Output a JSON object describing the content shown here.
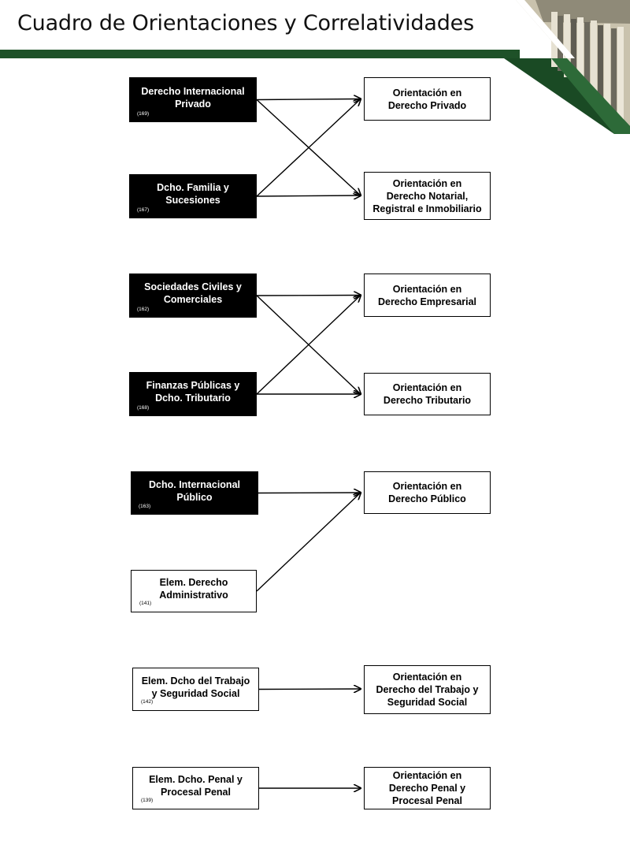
{
  "page": {
    "title": "Cuadro de Orientaciones y Correlatividades",
    "colors": {
      "accent_green": "#1e5128",
      "dark_green": "#0f3d1e",
      "gold": "#a89a6a"
    }
  },
  "subjects": [
    {
      "name": "Derecho Internacional Privado",
      "code": "(169)",
      "style": "dark"
    },
    {
      "name": "Dcho. Familia y Sucesiones",
      "code": "(167)",
      "style": "dark"
    },
    {
      "name": "Sociedades Civiles y Comerciales",
      "code": "(162)",
      "style": "dark"
    },
    {
      "name": "Finanzas Públicas y Dcho. Tributario",
      "code": "(168)",
      "style": "dark"
    },
    {
      "name": "Dcho. Internacional Público",
      "code": "(163)",
      "style": "dark"
    },
    {
      "name": "Elem. Derecho Administrativo",
      "code": "(141)",
      "style": "light"
    },
    {
      "name": "Elem. Dcho del Trabajo y Seguridad Social",
      "code": "(142)",
      "style": "light"
    },
    {
      "name": "Elem. Dcho. Penal y Procesal Penal",
      "code": "(139)",
      "style": "light"
    }
  ],
  "orientations": [
    {
      "name": "Orientación en Derecho Privado"
    },
    {
      "name": "Orientación en Derecho Notarial, Registral e Inmobiliario"
    },
    {
      "name": "Orientación en Derecho Empresarial"
    },
    {
      "name": "Orientación en Derecho Tributario"
    },
    {
      "name": "Orientación en Derecho Público"
    },
    {
      "name": "Orientación en Derecho del Trabajo y Seguridad Social"
    },
    {
      "name": "Orientación en Derecho Penal y Procesal Penal"
    }
  ],
  "connections": [
    {
      "from": "Derecho Internacional Privado",
      "to": "Orientación en Derecho Privado"
    },
    {
      "from": "Derecho Internacional Privado",
      "to": "Orientación en Derecho Notarial, Registral e Inmobiliario"
    },
    {
      "from": "Dcho. Familia y Sucesiones",
      "to": "Orientación en Derecho Privado"
    },
    {
      "from": "Dcho. Familia y Sucesiones",
      "to": "Orientación en Derecho Notarial, Registral e Inmobiliario"
    },
    {
      "from": "Sociedades Civiles y Comerciales",
      "to": "Orientación en Derecho Empresarial"
    },
    {
      "from": "Sociedades Civiles y Comerciales",
      "to": "Orientación en Derecho Tributario"
    },
    {
      "from": "Finanzas Públicas y Dcho. Tributario",
      "to": "Orientación en Derecho Empresarial"
    },
    {
      "from": "Finanzas Públicas y Dcho. Tributario",
      "to": "Orientación en Derecho Tributario"
    },
    {
      "from": "Dcho. Internacional Público",
      "to": "Orientación en Derecho Público"
    },
    {
      "from": "Elem. Derecho Administrativo",
      "to": "Orientación en Derecho Público"
    },
    {
      "from": "Elem. Dcho del Trabajo y Seguridad Social",
      "to": "Orientación en Derecho del Trabajo y Seguridad Social"
    },
    {
      "from": "Elem. Dcho. Penal y Procesal Penal",
      "to": "Orientación en Derecho Penal y Procesal Penal"
    }
  ]
}
